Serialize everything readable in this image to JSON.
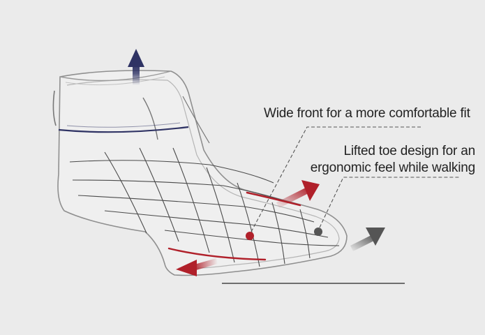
{
  "callouts": {
    "wide_front": "Wide front for a more comfortable fit",
    "lifted_toe_line1": "Lifted toe design for an",
    "lifted_toe_line2": "ergonomic feel while walking"
  },
  "colors": {
    "background": "#ebebeb",
    "outline": "#8a8a8a",
    "band": "#2f3364",
    "accent_red": "#b0202a",
    "accent_gray": "#555555"
  },
  "icons": {
    "up_arrow": "arrow-up-icon",
    "front_arrow": "arrow-right-icon",
    "toe_arrow": "arrow-up-right-icon",
    "heel_arrow": "arrow-left-icon"
  }
}
